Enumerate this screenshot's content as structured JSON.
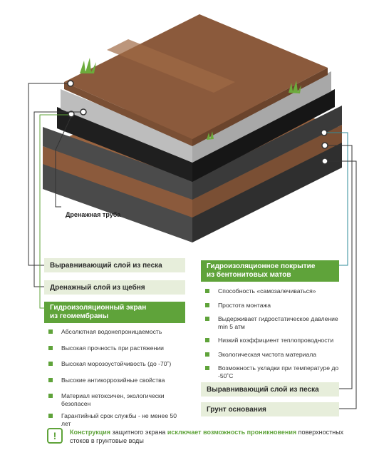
{
  "pipe_label": "Дренажная труба",
  "left": {
    "sand_layer": "Выравнивающий слой из песка",
    "gravel_layer": "Дренажный слой из щебня",
    "geomembrane": {
      "title_line1": "Гидроизоляционный экран",
      "title_line2": "из геомембраны"
    },
    "features": [
      "Абсолютная водонепроницаемость",
      "Высокая прочность при растяжении",
      "Высокая морозоустойчивость (до -70˚)",
      "Высокие антикоррозийные свойства",
      "Материал нетоксичен, экологически безопасен",
      "Гарантийный срок службы - не менее 50 лет"
    ]
  },
  "right": {
    "bentonite": {
      "title_line1": "Гидроизоляционное покрытие",
      "title_line2": "из бентонитовых матов"
    },
    "features": [
      "Способность «самозалечиваться»",
      "Простота монтажа",
      "Выдерживает гидростатическое давление min 5 атм",
      "Низкий коэффициент теплопроводности",
      "Экологическая чистота материала",
      "Возможность укладки при температуре до -50˚С"
    ],
    "sand_layer": "Выравнивающий слой из песка",
    "base_soil": "Грунт основания"
  },
  "note": {
    "icon_symbol": "!",
    "part1": "Конструкция",
    "part2": " защитного экрана ",
    "part3": "исключает возможность проникновения",
    "part4": " поверхностных стоков в грунтовые воды"
  },
  "colors": {
    "accent_green": "#5fa33a",
    "light_green": "#e7eedb",
    "teal": "#2e8b9a",
    "soil": "#8b5a3c",
    "dark_layer": "#2b2b2b",
    "gravel": "#c8c8c8"
  }
}
